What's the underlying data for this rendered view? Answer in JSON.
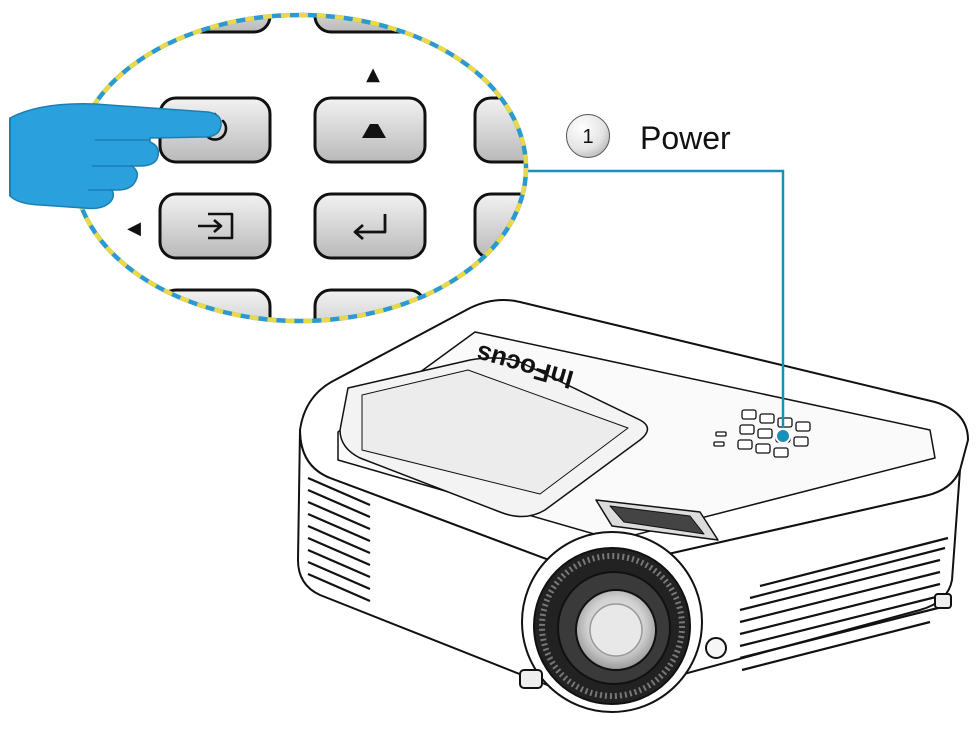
{
  "callout": {
    "number": "1",
    "label": "Power"
  },
  "projector": {
    "brand": "InFocus"
  },
  "keypad": {
    "up_arrow": "▲",
    "left_arrow": "◀",
    "buttons": [
      {
        "name": "power",
        "icon": "power-icon"
      },
      {
        "name": "up",
        "icon": "triangle-up-icon"
      },
      {
        "name": "source",
        "icon": "input-source-icon"
      },
      {
        "name": "enter",
        "icon": "enter-return-icon"
      }
    ]
  },
  "colors": {
    "leader_line": "#1a8fb8",
    "lens_border_blue": "#2a9ad0",
    "lens_border_yellow": "#e8d84a",
    "hand": "#2aa0dc"
  }
}
